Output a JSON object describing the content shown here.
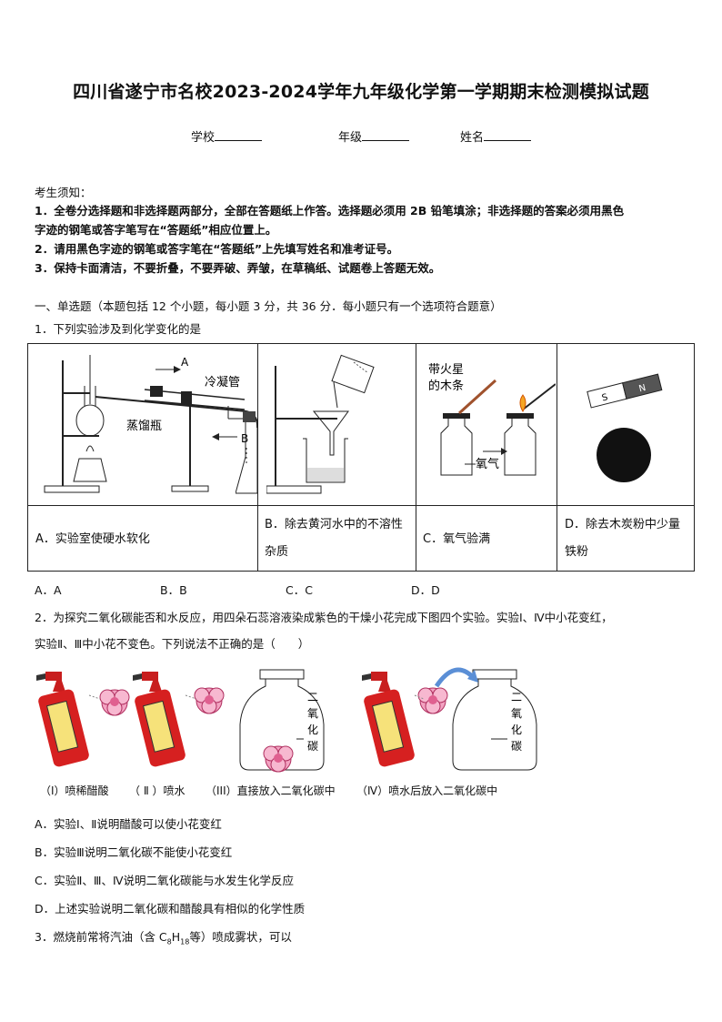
{
  "title": "四川省遂宁市名校2023-2024学年九年级化学第一学期期末检测模拟试题",
  "fields": {
    "school": "学校",
    "grade": "年级",
    "name": "姓名"
  },
  "notice": {
    "heading": "考生须知：",
    "items": [
      "1．全卷分选择题和非选择题两部分，全部在答题纸上作答。选择题必须用 2B 铅笔填涂；非选择题的答案必须用黑色",
      "字迹的钢笔或答字笔写在“答题纸”相应位置上。",
      "2．请用黑色字迹的钢笔或答字笔在“答题纸”上先填写姓名和准考证号。",
      "3．保持卡面清洁，不要折叠，不要弄破、弄皱，在草稿纸、试题卷上答题无效。"
    ]
  },
  "section1": "一、单选题（本题包括 12 个小题，每小题 3 分，共 36 分．每小题只有一个选项符合题意）",
  "q1": {
    "stem": "1．下列实验涉及到化学变化的是",
    "fig": {
      "a": "A",
      "b": "B",
      "condenser": "冷凝管",
      "flask": "蒸馏瓶",
      "stick_line1": "带火星",
      "stick_line2": "的木条",
      "oxygen": "氧气",
      "s": "S",
      "n": "N"
    },
    "cells": {
      "a": "A．实验室使硬水软化",
      "b1": "B．除去黄河水中的不溶性",
      "b2": "杂质",
      "c": "C．氧气验满",
      "d1": "D．除去木炭粉中少量",
      "d2": "铁粉"
    },
    "options": [
      "A．A",
      "B．B",
      "C．C",
      "D．D"
    ]
  },
  "q2": {
    "stem1": "2．为探究二氧化碳能否和水反应，用四朵石蕊溶液染成紫色的干燥小花完成下图四个实验。实验Ⅰ、Ⅳ中小花变红，",
    "stem2": "实验Ⅱ、Ⅲ中小花不变色。下列说法不正确的是（　　）",
    "captions": [
      "（I）喷稀醋酸",
      "（ Ⅱ ）喷水",
      "（III）直接放入二氧化碳中",
      "（Ⅳ）喷水后放入二氧化碳中"
    ],
    "co2_chars": [
      "二",
      "氧",
      "化",
      "碳"
    ],
    "options": [
      "A．实验Ⅰ、Ⅱ说明醋酸可以使小花变红",
      "B．实验Ⅲ说明二氧化碳不能使小花变红",
      "C．实验Ⅱ、Ⅲ、Ⅳ说明二氧化碳能与水发生化学反应",
      "D．上述实验说明二氧化碳和醋酸具有相似的化学性质"
    ]
  },
  "q3": {
    "pre": "3．燃烧前常将汽油（含 C",
    "sub1": "8",
    "mid": "H",
    "sub2": "18",
    "post": "等）喷成雾状，可以"
  }
}
